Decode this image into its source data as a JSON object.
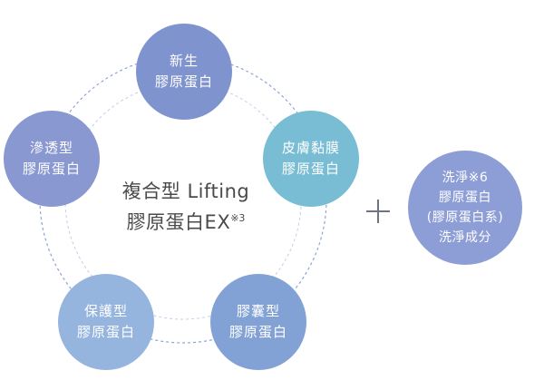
{
  "center": {
    "line1": "複合型 Lifting",
    "line2": "膠原蛋白EX",
    "note": "※3"
  },
  "nodes": {
    "new": {
      "line1": "新生",
      "line2": "膠原蛋白",
      "color": "#7f93ce"
    },
    "skin": {
      "line1": "皮膚黏膜",
      "line2": "膠原蛋白",
      "color": "#79bdd4"
    },
    "sac": {
      "line1": "膠囊型",
      "line2": "膠原蛋白",
      "color": "#82a2d6"
    },
    "protect": {
      "line1": "保護型",
      "line2": "膠原蛋白",
      "color": "#95b4de"
    },
    "penetrate": {
      "line1": "滲透型",
      "line2": "膠原蛋白",
      "color": "#8a98d2"
    }
  },
  "plus_symbol": "+",
  "extra": {
    "line1": "洗淨※6",
    "line2": "膠原蛋白",
    "line3": "(膠原蛋白系)",
    "line4": "洗淨成分",
    "color": "#8d9dd6"
  }
}
